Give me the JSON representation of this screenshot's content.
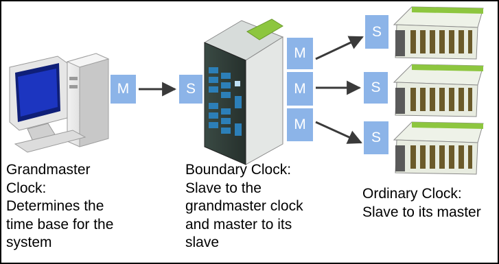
{
  "badges": {
    "grandmaster_master": "M",
    "boundary_slave": "S",
    "boundary_master_top": "M",
    "boundary_master_mid": "M",
    "boundary_master_bottom": "M",
    "ordinary_slave_top": "S",
    "ordinary_slave_mid": "S",
    "ordinary_slave_bottom": "S"
  },
  "labels": {
    "grandmaster": "Grandmaster\nClock:\nDetermines the\ntime base for the\nsystem",
    "boundary": "Boundary Clock:\nSlave to the\ngrandmaster clock\nand master to its\nslave",
    "ordinary": "Ordinary Clock:\nSlave to its master"
  },
  "icons": [
    "desktop-computer-icon",
    "network-switch-icon",
    "io-module-icon"
  ],
  "colors": {
    "badge": "#8cb4e8",
    "switch_accent": "#8dc63f",
    "port": "#2c7fb8"
  }
}
